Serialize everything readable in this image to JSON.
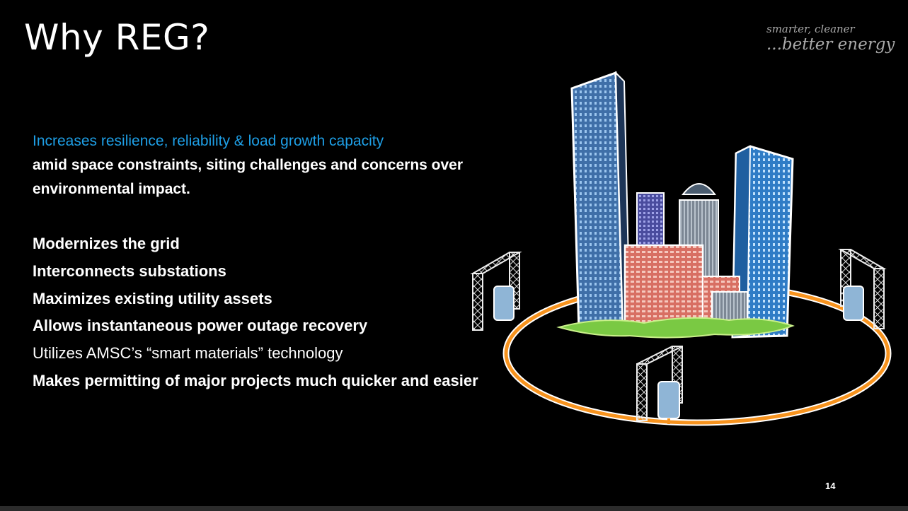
{
  "slide": {
    "title": "Why REG?",
    "tagline": {
      "line1": "smarter, cleaner",
      "line2": "...better energy"
    },
    "intro": {
      "highlight": "Increases resilience, reliability & load growth capacity",
      "rest": "amid space constraints, siting challenges and concerns over environmental impact."
    },
    "bullets": [
      "Modernizes the grid",
      "Interconnects substations",
      "Maximizes existing utility assets",
      "Allows instantaneous power outage recovery",
      "Utilizes AMSC’s “smart materials” technology",
      "Makes permitting of major projects much quicker and easier"
    ],
    "page_number": "14"
  },
  "colors": {
    "background": "#000000",
    "highlight_blue": "#1e9fe6",
    "ring_orange": "#f7931e",
    "grass_green": "#7ac943"
  },
  "illustration": {
    "icons": [
      "city-buildings-illustration",
      "power-ring-cable",
      "substation-tower-icon"
    ]
  }
}
